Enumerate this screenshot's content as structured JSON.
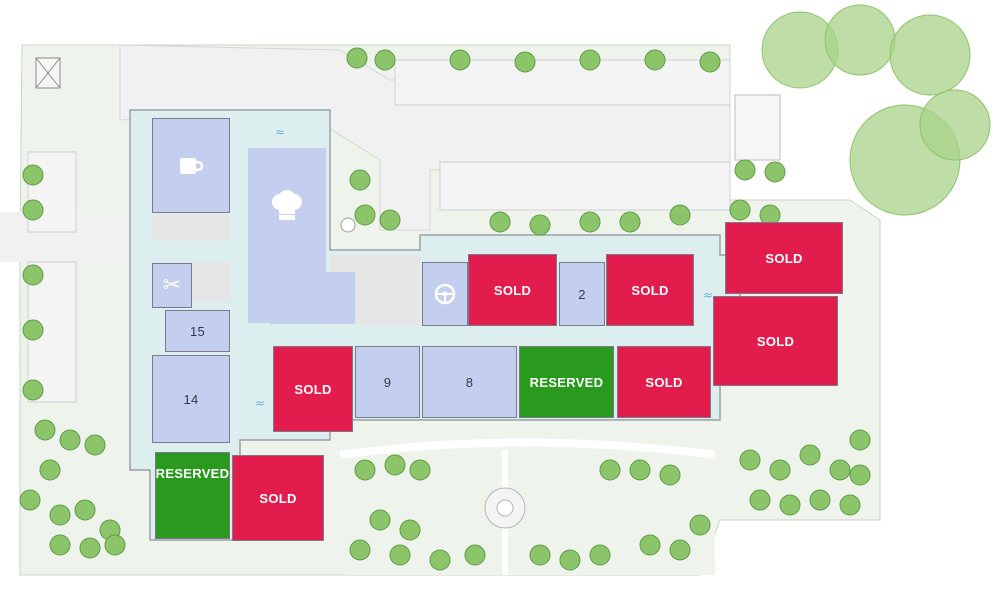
{
  "colors": {
    "sold": "#e31c4e",
    "reserved": "#2a9a1e",
    "available": "#c4cff0",
    "corridor": "#dcefee",
    "landscape": "#eef3ec",
    "tree": "#8cc46a",
    "path": "#f1f1f1"
  },
  "units": [
    {
      "id": "u-sold-1",
      "label": "SOLD",
      "status": "sold"
    },
    {
      "id": "u-2",
      "label": "2",
      "status": "available"
    },
    {
      "id": "u-sold-3",
      "label": "SOLD",
      "status": "sold"
    },
    {
      "id": "u-sold-4",
      "label": "SOLD",
      "status": "sold"
    },
    {
      "id": "u-sold-5",
      "label": "SOLD",
      "status": "sold"
    },
    {
      "id": "u-sold-6",
      "label": "SOLD",
      "status": "sold"
    },
    {
      "id": "u-reserved-7",
      "label": "RESERVED",
      "status": "reserved"
    },
    {
      "id": "u-8",
      "label": "8",
      "status": "available"
    },
    {
      "id": "u-9",
      "label": "9",
      "status": "available"
    },
    {
      "id": "u-sold-10",
      "label": "SOLD",
      "status": "sold"
    },
    {
      "id": "u-15",
      "label": "15",
      "status": "available"
    },
    {
      "id": "u-14",
      "label": "14",
      "status": "available"
    },
    {
      "id": "u-reserved-13",
      "label": "RESERVED",
      "status": "reserved"
    },
    {
      "id": "u-sold-12",
      "label": "SOLD",
      "status": "sold"
    }
  ],
  "amenities": [
    {
      "name": "cafe",
      "icon": "coffee-cup-icon"
    },
    {
      "name": "dining",
      "icon": "chef-hat-icon"
    },
    {
      "name": "salon",
      "icon": "scissors-icon"
    },
    {
      "name": "garage",
      "icon": "steering-wheel-icon"
    }
  ]
}
